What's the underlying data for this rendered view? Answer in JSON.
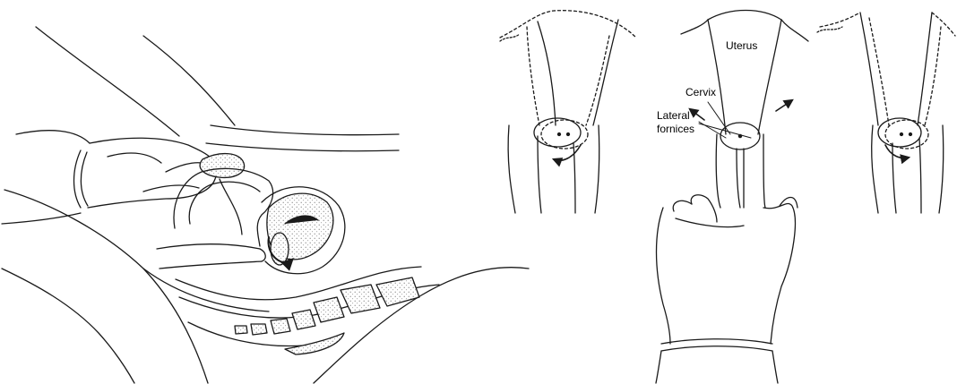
{
  "labels": {
    "uterus": "Uterus",
    "cervix": "Cervix",
    "lateral_line1": "Lateral",
    "lateral_line2": "fornices"
  },
  "colors": {
    "line": "#1a1a1a",
    "stipple": "#bcbcbc",
    "background": "#ffffff"
  }
}
